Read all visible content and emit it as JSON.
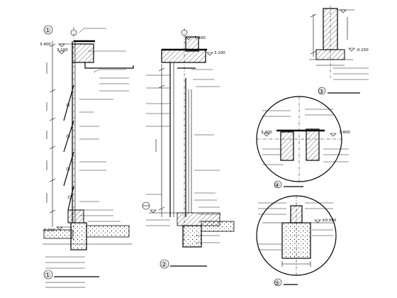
{
  "detail_markers": {
    "d1": "①",
    "d2": "②",
    "d3": "③",
    "d4": "④",
    "d5": "⑤"
  },
  "elevations": {
    "e3400": "3.400",
    "e3100": "3.100",
    "em150": "-0.150",
    "e000": "±0.000"
  },
  "colors": {
    "line": "#000000",
    "background": "#ffffff"
  }
}
